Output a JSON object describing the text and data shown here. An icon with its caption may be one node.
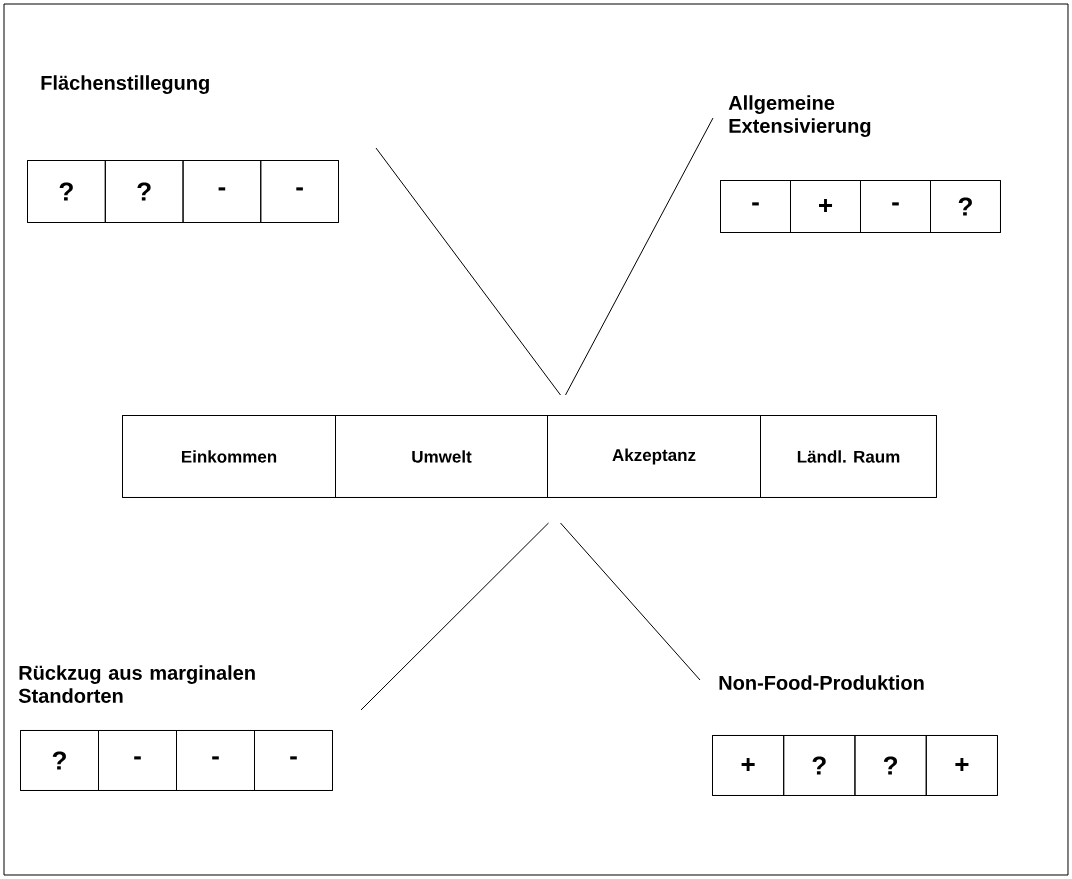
{
  "diagram": {
    "nodes": [
      {
        "text": [],
        "shape": "box"
      },
      {
        "text": [
          "Einkommen"
        ],
        "in": 0
      },
      {
        "text": [
          "Umwelt"
        ],
        "in": 0
      },
      {
        "text": [
          "Akzeptanz"
        ],
        "in": 0
      },
      {
        "text": [
          "Ländl. Raum"
        ],
        "in": 0
      },
      {
        "text": [
          "Flächenstillegung"
        ]
      },
      {
        "text": [
          "?"
        ],
        "in": 5
      },
      {
        "text": [
          "?"
        ],
        "in": 5
      },
      {
        "text": [
          "-"
        ],
        "in": 5
      },
      {
        "text": [
          "-"
        ],
        "in": 5
      },
      {
        "text": [
          "Allgemeine Extensivierung"
        ]
      },
      {
        "text": [
          "-"
        ],
        "in": 10
      },
      {
        "text": [
          "+"
        ],
        "in": 10
      },
      {
        "text": [
          "-"
        ],
        "in": 10
      },
      {
        "text": [
          "?"
        ],
        "in": 10
      },
      {
        "text": [
          "Rückzug aus marginalen Standorten"
        ]
      },
      {
        "text": [
          "?"
        ],
        "in": 15
      },
      {
        "text": [
          "-"
        ],
        "in": 15
      },
      {
        "text": [
          "-"
        ],
        "in": 15
      },
      {
        "text": [
          "-"
        ],
        "in": 15
      },
      {
        "text": [
          "Non-Food-Produktion"
        ]
      },
      {
        "text": [
          "+"
        ],
        "in": 20
      },
      {
        "text": [
          "?"
        ],
        "in": 20
      },
      {
        "text": [
          "?"
        ],
        "in": 20
      },
      {
        "text": [
          "+"
        ],
        "in": 20
      }
    ],
    "edges": [
      {
        "from": 0,
        "to": 5,
        "arrow": "none"
      },
      {
        "from": 0,
        "to": 10,
        "arrow": "none"
      },
      {
        "from": 0,
        "to": 15,
        "arrow": "none"
      },
      {
        "from": 0,
        "to": 20,
        "arrow": "none"
      }
    ]
  }
}
